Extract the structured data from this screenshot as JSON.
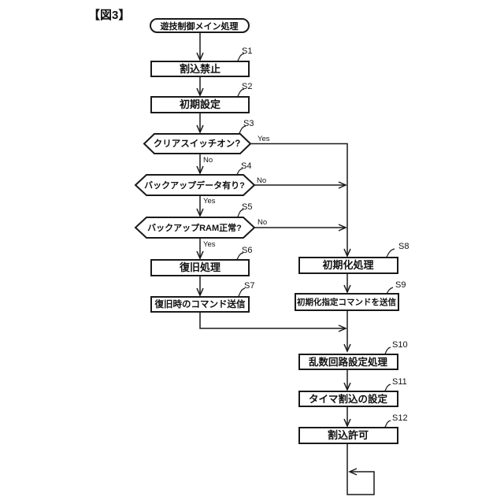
{
  "figure_label": "【図3】",
  "nodes": {
    "start": {
      "label": "遊技制御メイン処理",
      "type": "terminal"
    },
    "s1": {
      "id": "S1",
      "label": "割込禁止",
      "type": "process"
    },
    "s2": {
      "id": "S2",
      "label": "初期設定",
      "type": "process"
    },
    "s3": {
      "id": "S3",
      "label": "クリアスイッチオン?",
      "type": "decision"
    },
    "s4": {
      "id": "S4",
      "label": "バックアップデータ有り?",
      "type": "decision"
    },
    "s5": {
      "id": "S5",
      "label": "バックアップRAM正常?",
      "type": "decision"
    },
    "s6": {
      "id": "S6",
      "label": "復旧処理",
      "type": "process"
    },
    "s7": {
      "id": "S7",
      "label": "復旧時のコマンド送信",
      "type": "process"
    },
    "s8": {
      "id": "S8",
      "label": "初期化処理",
      "type": "process"
    },
    "s9": {
      "id": "S9",
      "label": "初期化指定コマンドを送信",
      "type": "process"
    },
    "s10": {
      "id": "S10",
      "label": "乱数回路設定処理",
      "type": "process"
    },
    "s11": {
      "id": "S11",
      "label": "タイマ割込の設定",
      "type": "process"
    },
    "s12": {
      "id": "S12",
      "label": "割込許可",
      "type": "process"
    }
  },
  "branches": {
    "s3_yes": "Yes",
    "s3_no": "No",
    "s4_yes": "Yes",
    "s4_no": "No",
    "s5_yes": "Yes",
    "s5_no": "No"
  },
  "colors": {
    "line": "#1a1a1a",
    "background": "#ffffff"
  }
}
